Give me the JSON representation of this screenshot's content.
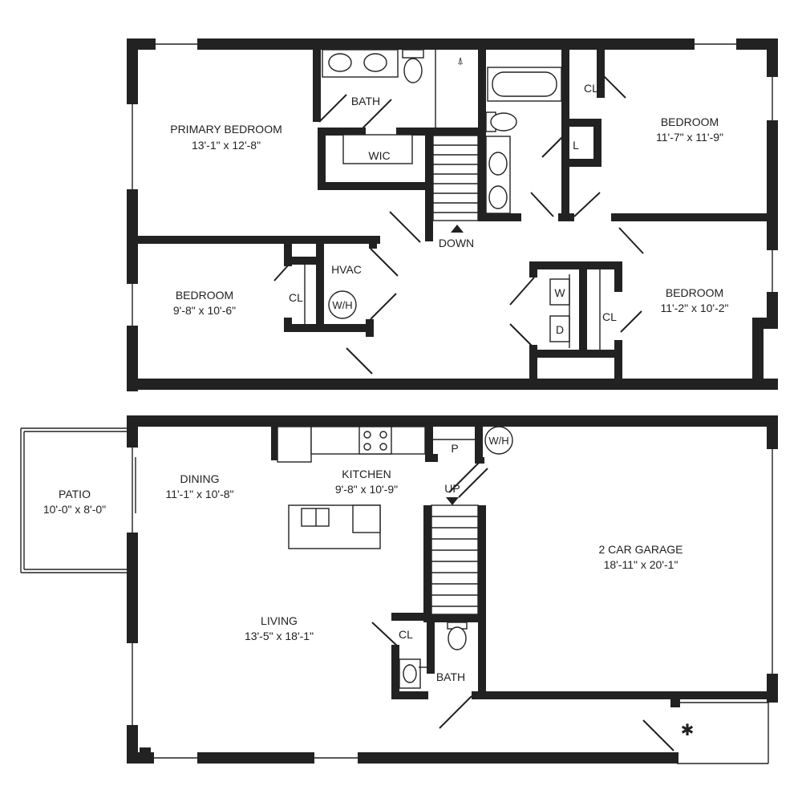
{
  "upper_floor": {
    "primary_bedroom": {
      "name": "PRIMARY BEDROOM",
      "size": "13'-1\" x 12'-8\""
    },
    "bath": "BATH",
    "wic": "WIC",
    "bedroom_ne": {
      "name": "BEDROOM",
      "size": "11'-7\" x 11'-9\""
    },
    "cl_ne": "CL",
    "linen": "L",
    "down": "DOWN",
    "hvac": "HVAC",
    "wh": "W/H",
    "bedroom_w": {
      "name": "BEDROOM",
      "size": "9'-8\" x 10'-6\""
    },
    "cl_w": "CL",
    "washer": "W",
    "dryer": "D",
    "cl_se": "CL",
    "bedroom_se": {
      "name": "BEDROOM",
      "size": "11'-2\" x 10'-2\""
    }
  },
  "lower_floor": {
    "patio": {
      "name": "PATIO",
      "size": "10'-0\" x 8'-0\""
    },
    "dining": {
      "name": "DINING",
      "size": "11'-1\" x 10'-8\""
    },
    "kitchen": {
      "name": "KITCHEN",
      "size": "9'-8\" x 10'-9\""
    },
    "pantry": "P",
    "wh": "W/H",
    "up": "UP",
    "garage": {
      "name": "2 CAR GARAGE",
      "size": "18'-11\" x 20'-1\""
    },
    "living": {
      "name": "LIVING",
      "size": "13'-5\" x 18'-1\""
    },
    "cl": "CL",
    "bath": "BATH",
    "marker": "✱"
  }
}
